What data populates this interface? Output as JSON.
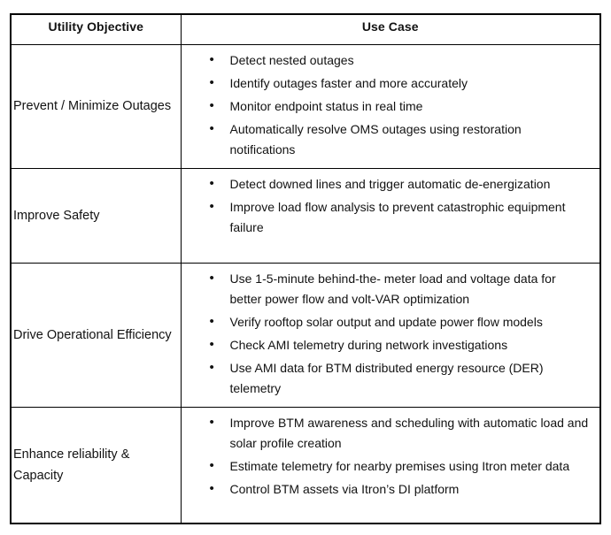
{
  "table": {
    "headers": {
      "objective": "Utility Objective",
      "use_case": "Use Case"
    },
    "rows": [
      {
        "objective": "Prevent / Minimize Outages",
        "items": [
          "Detect nested outages",
          "Identify outages faster and more accurately",
          "Monitor endpoint status in real time",
          "Automatically resolve OMS outages using restoration notifications"
        ]
      },
      {
        "objective": "Improve Safety",
        "items": [
          "Detect downed lines and trigger automatic de-energization",
          "Improve load flow analysis to prevent catastrophic equipment failure"
        ]
      },
      {
        "objective": "Drive Operational Efficiency",
        "items": [
          "Use 1-5-minute behind-the- meter load and voltage data for better power flow and volt-VAR optimization",
          "Verify rooftop solar output and update power flow models",
          "Check AMI telemetry during network investigations",
          "Use AMI data for BTM distributed energy resource (DER) telemetry"
        ]
      },
      {
        "objective": "Enhance reliability & Capacity",
        "items": [
          "Improve BTM awareness and scheduling with automatic load and solar profile creation",
          "Estimate telemetry for nearby premises using Itron meter data",
          "Control BTM assets via Itron’s DI platform"
        ]
      }
    ],
    "colors": {
      "border": "#000000",
      "text": "#121212",
      "background": "#ffffff"
    }
  }
}
